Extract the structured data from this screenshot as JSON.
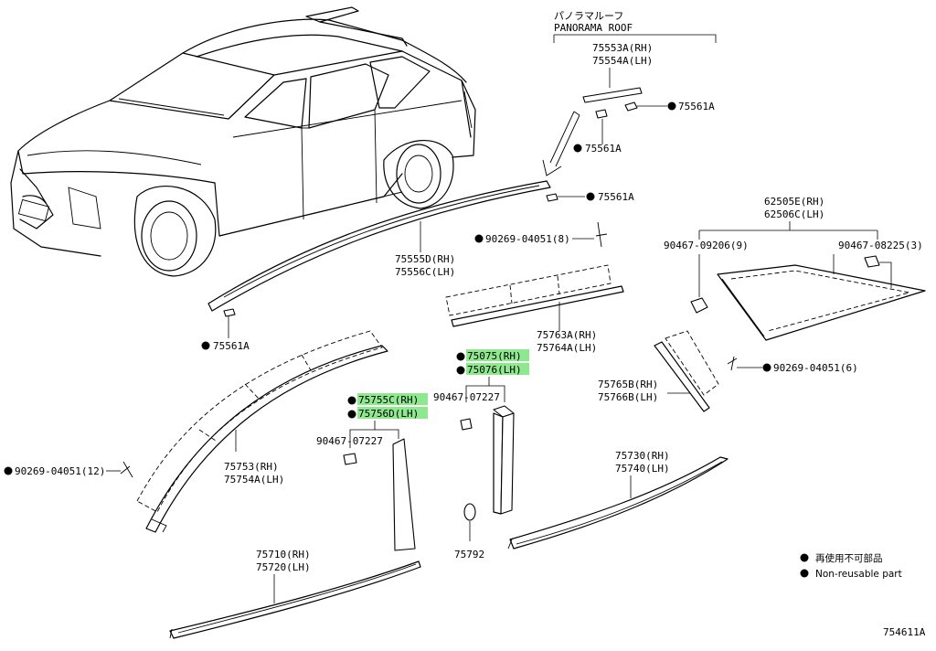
{
  "panorama": {
    "jp": "パノラマルーフ",
    "en": "PANORAMA ROOF"
  },
  "labels": {
    "p75553a": "75553A(RH)",
    "p75554a": "75554A(LH)",
    "p75561a_1": "75561A",
    "p75561a_2": "75561A",
    "p75561a_3": "75561A",
    "p75561a_4": "75561A",
    "p75555d": "75555D(RH)",
    "p75556c": "75556C(LH)",
    "p90269_8": "90269-04051(8)",
    "p62505e": "62505E(RH)",
    "p62506c": "62506C(LH)",
    "p90467_09206": "90467-09206(9)",
    "p90467_08225": "90467-08225(3)",
    "p75763a": "75763A(RH)",
    "p75764a": "75764A(LH)",
    "p75075": "75075(RH)",
    "p75076": "75076(LH)",
    "p90269_6": "90269-04051(6)",
    "p75765b": "75765B(RH)",
    "p75766b": "75766B(LH)",
    "p90467_07227_a": "90467-07227",
    "p75755c": "75755C(RH)",
    "p75756d": "75756D(LH)",
    "p90467_07227_b": "90467-07227",
    "p90269_12": "90269-04051(12)",
    "p75753": "75753(RH)",
    "p75754a": "75754A(LH)",
    "p75730": "75730(RH)",
    "p75740": "75740(LH)",
    "p75792": "75792",
    "p75710": "75710(RH)",
    "p75720": "75720(LH)"
  },
  "legend": {
    "jp": "再使用不可部品",
    "en": "Non-reusable part"
  },
  "diagram_id": "754611A",
  "colors": {
    "highlight": "#8ee88e",
    "line": "#000000",
    "background": "#ffffff"
  }
}
